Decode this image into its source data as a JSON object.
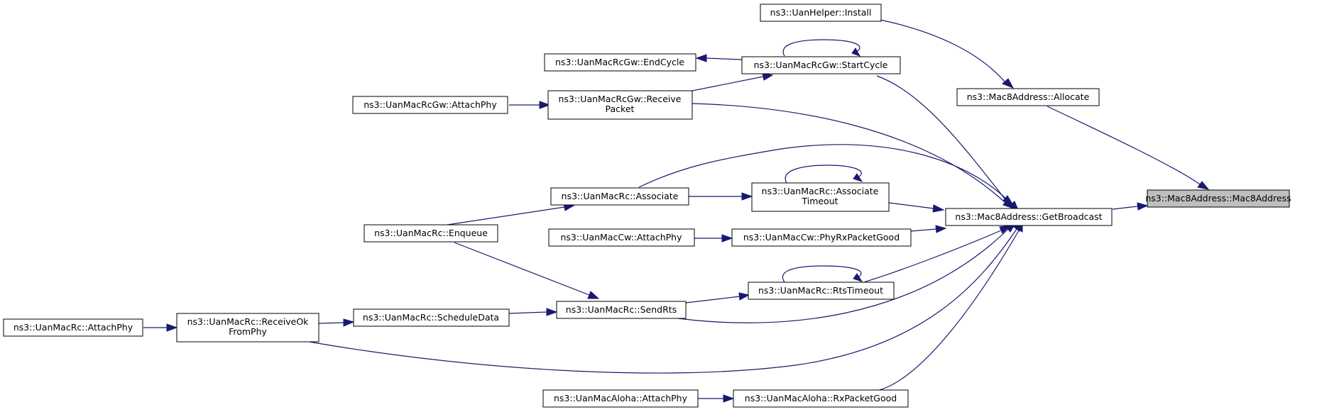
{
  "colors": {
    "edge": "#191970",
    "highlight_fill": "#bfbfbf",
    "node_fill": "#ffffff"
  },
  "nodes": {
    "n_target": {
      "lines": [
        "ns3::Mac8Address::Mac8Address"
      ]
    },
    "n_getbroadcast": {
      "lines": [
        "ns3::Mac8Address::GetBroadcast"
      ]
    },
    "n_allocate": {
      "lines": [
        "ns3::Mac8Address::Allocate"
      ]
    },
    "n_uanhelper_install": {
      "lines": [
        "ns3::UanHelper::Install"
      ]
    },
    "n_rcgw_startcycle": {
      "lines": [
        "ns3::UanMacRcGw::StartCycle"
      ]
    },
    "n_rcgw_endcycle": {
      "lines": [
        "ns3::UanMacRcGw::EndCycle"
      ]
    },
    "n_rcgw_receivepacket": {
      "lines": [
        "ns3::UanMacRcGw::Receive",
        "Packet"
      ]
    },
    "n_rcgw_attachphy": {
      "lines": [
        "ns3::UanMacRcGw::AttachPhy"
      ]
    },
    "n_rc_associate": {
      "lines": [
        "ns3::UanMacRc::Associate"
      ]
    },
    "n_rc_associatetimeout": {
      "lines": [
        "ns3::UanMacRc::Associate",
        "Timeout"
      ]
    },
    "n_rc_enqueue": {
      "lines": [
        "ns3::UanMacRc::Enqueue"
      ]
    },
    "n_cw_attachphy": {
      "lines": [
        "ns3::UanMacCw::AttachPhy"
      ]
    },
    "n_cw_phyrxpacketgood": {
      "lines": [
        "ns3::UanMacCw::PhyRxPacketGood"
      ]
    },
    "n_rc_rtstimeout": {
      "lines": [
        "ns3::UanMacRc::RtsTimeout"
      ]
    },
    "n_rc_sendrts": {
      "lines": [
        "ns3::UanMacRc::SendRts"
      ]
    },
    "n_rc_scheduledata": {
      "lines": [
        "ns3::UanMacRc::ScheduleData"
      ]
    },
    "n_rc_receiveokfromphy": {
      "lines": [
        "ns3::UanMacRc::ReceiveOk",
        "FromPhy"
      ]
    },
    "n_rc_attachphy": {
      "lines": [
        "ns3::UanMacRc::AttachPhy"
      ]
    },
    "n_aloha_attachphy": {
      "lines": [
        "ns3::UanMacAloha::AttachPhy"
      ]
    },
    "n_aloha_rxpacketgood": {
      "lines": [
        "ns3::UanMacAloha::RxPacketGood"
      ]
    }
  }
}
